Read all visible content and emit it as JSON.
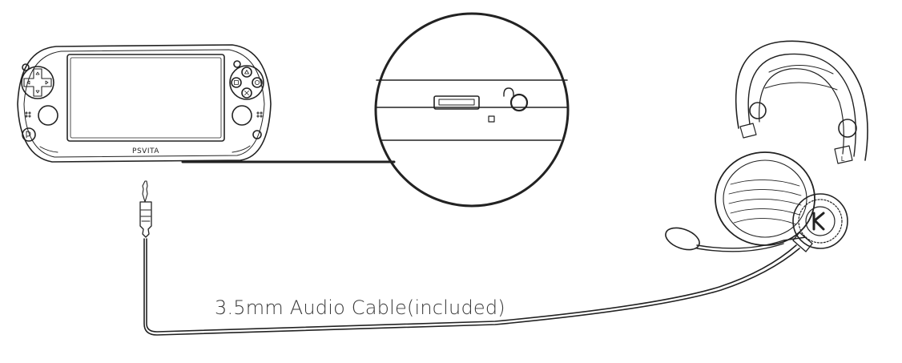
{
  "console": {
    "brand_text": "PSVITA"
  },
  "cable": {
    "label": "3.5mm Audio Cable(included)"
  },
  "headset": {
    "left_marker": "L"
  },
  "colors": {
    "line": "#222222",
    "fill": "#ffffff",
    "text": "#3a3a3a"
  }
}
